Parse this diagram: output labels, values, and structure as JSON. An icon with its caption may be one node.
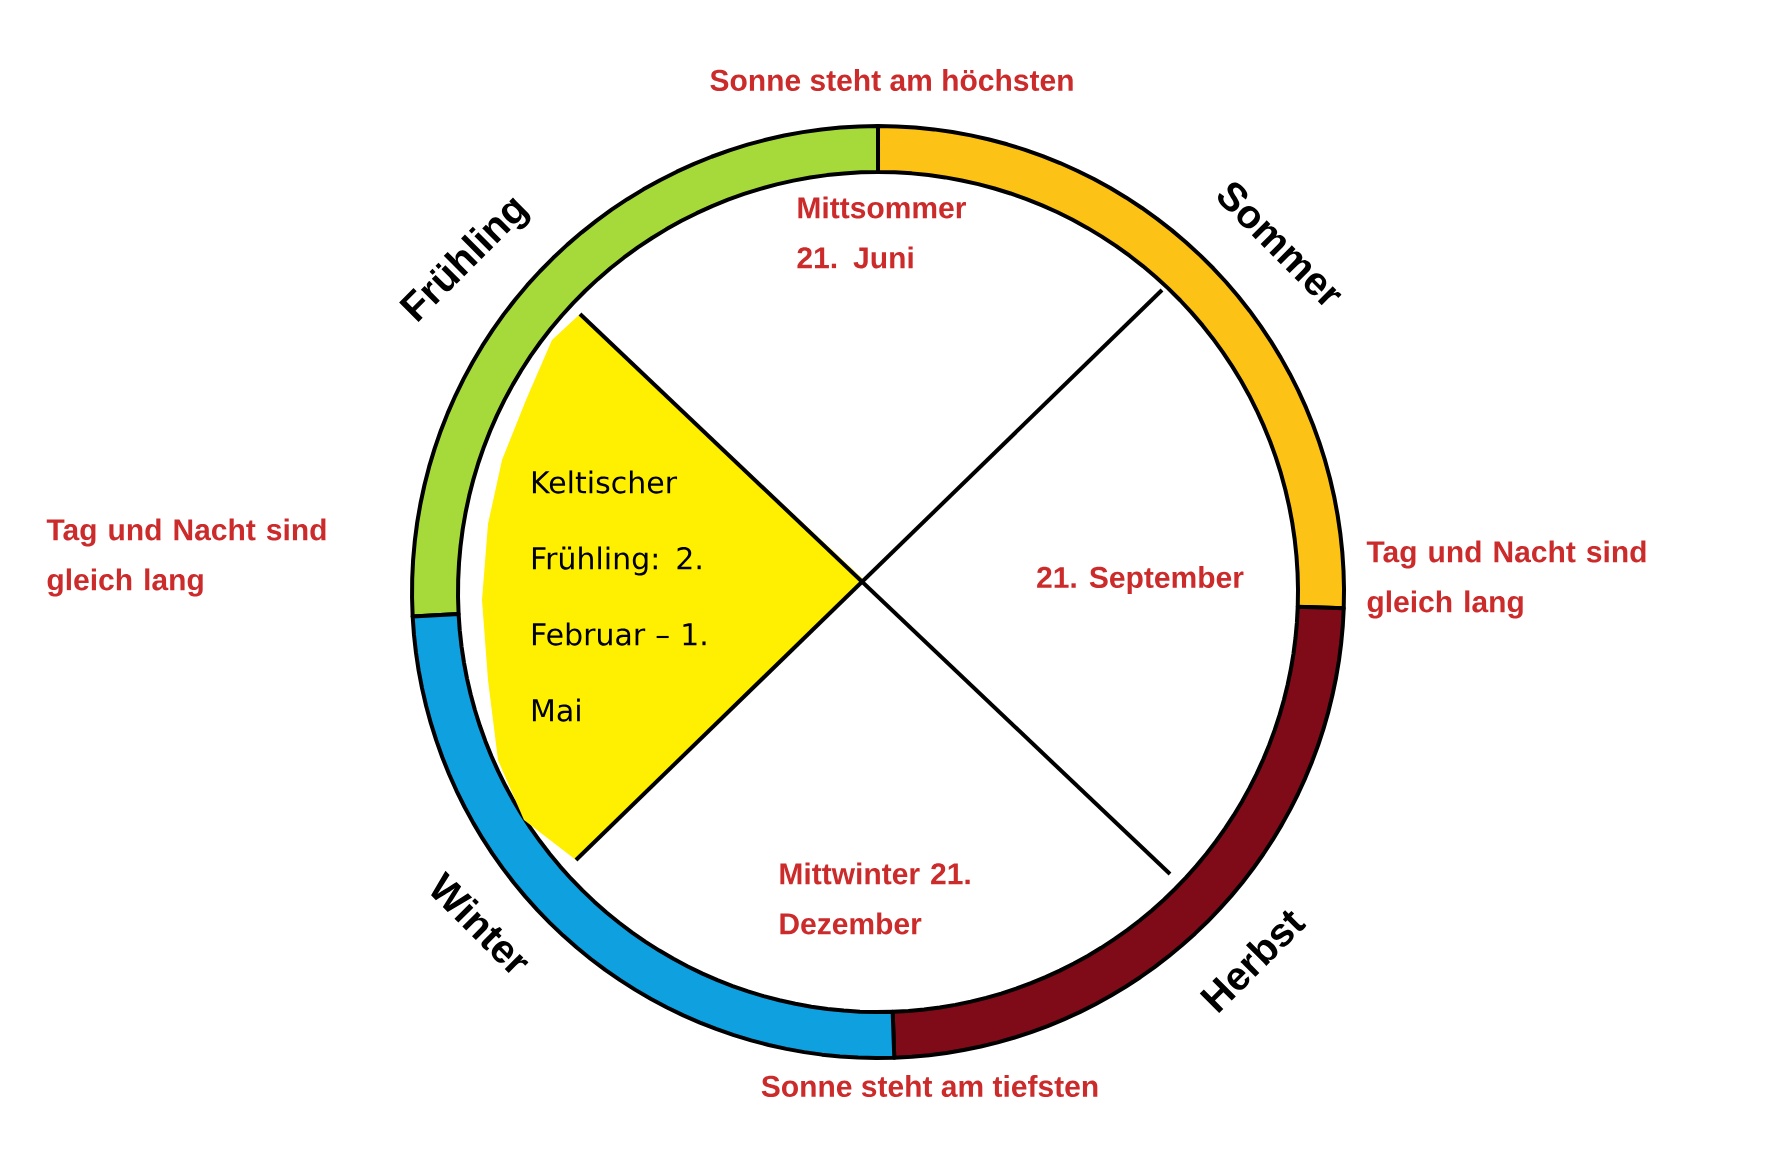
{
  "diagram": {
    "nodes": [
      {
        "text": [
          "Keltischer Frühling: 2. Februar – 1. Mai"
        ]
      }
    ],
    "labels": [
      "Sonne steht am höchsten",
      "Frühling",
      "Mittsommer 21. Juni",
      "Sommer",
      "Tag und Nacht sind gleich lang",
      "21. September",
      "Tag und Nacht sind gleich lang",
      "Mittwinter 21. Dezember",
      "Winter",
      "Herbst",
      "Sonne steht am tiefsten"
    ]
  }
}
